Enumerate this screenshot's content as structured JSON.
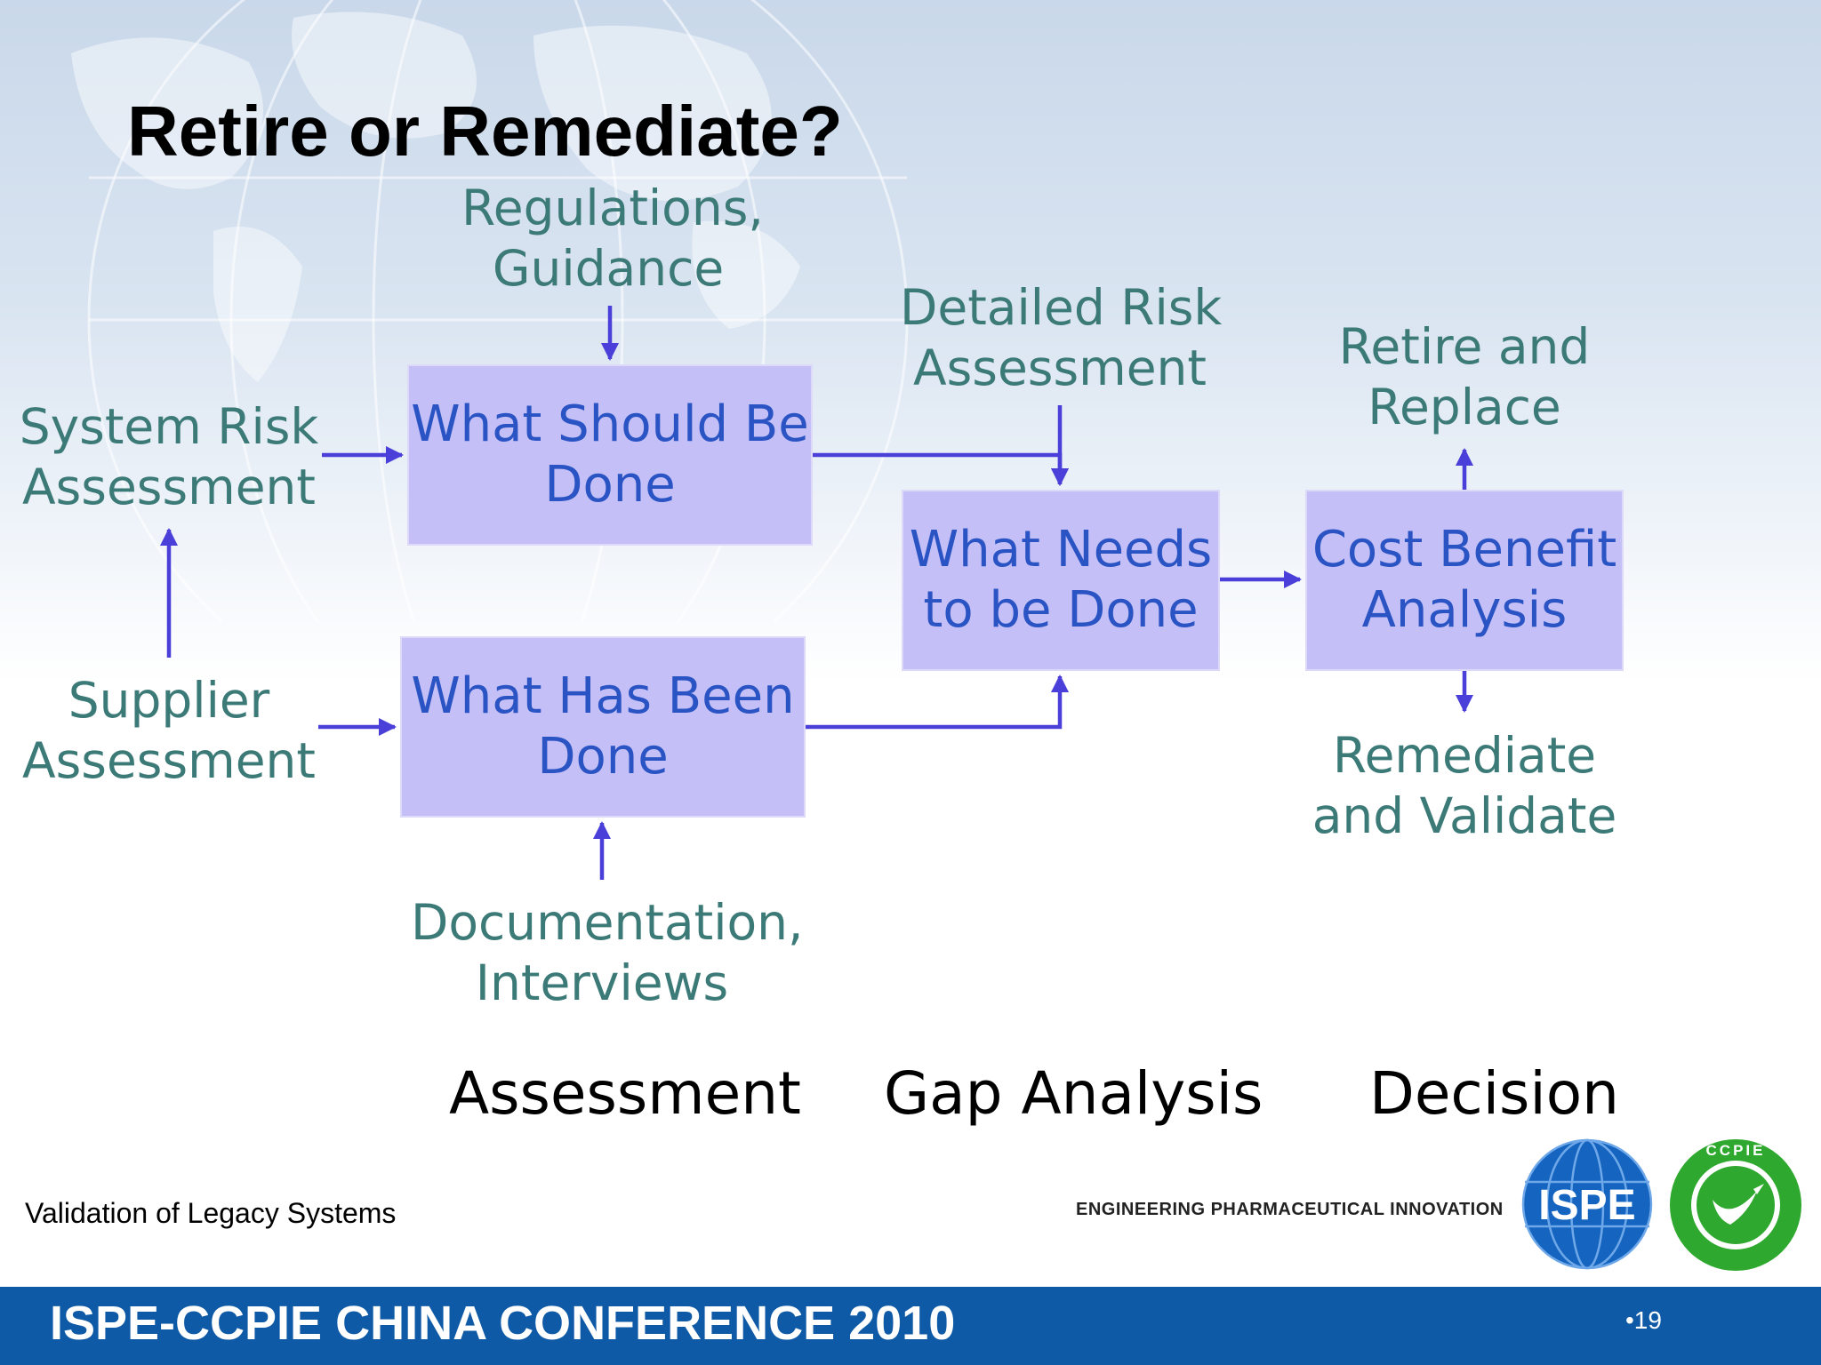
{
  "slide": {
    "title": "Retire or Remediate?",
    "footer_left": "Validation of Legacy Systems",
    "tagline": "ENGINEERING PHARMACEUTICAL INNOVATION",
    "conference": "ISPE-CCPIE CHINA CONFERENCE 2010",
    "page_number": "•19",
    "ispe_logo_text": "ISPE",
    "ccpie_logo_text": "CCPIE"
  },
  "diagram": {
    "inputs": {
      "regulations": [
        "Regulations,",
        "Guidance"
      ],
      "system_risk": [
        "System Risk",
        "Assessment"
      ],
      "supplier": [
        "Supplier",
        "Assessment"
      ],
      "documentation": [
        "Documentation,",
        "Interviews"
      ],
      "detailed_risk": [
        "Detailed Risk",
        "Assessment"
      ]
    },
    "boxes": {
      "should": [
        "What Should Be",
        "Done"
      ],
      "has_been": [
        "What Has Been",
        "Done"
      ],
      "needs": [
        "What Needs",
        "to be Done"
      ],
      "cost_benefit": [
        "Cost Benefit",
        "Analysis"
      ]
    },
    "outputs": {
      "retire": [
        "Retire and",
        "Replace"
      ],
      "remediate": [
        "Remediate",
        "and Validate"
      ]
    },
    "phases": [
      "Assessment",
      "Gap Analysis",
      "Decision"
    ],
    "colors": {
      "box_fill": "#c4c0f7",
      "box_text": "#2a53c4",
      "label_text": "#3c7a78",
      "arrow": "#4a3fd8",
      "band": "#0f5aa6"
    }
  }
}
